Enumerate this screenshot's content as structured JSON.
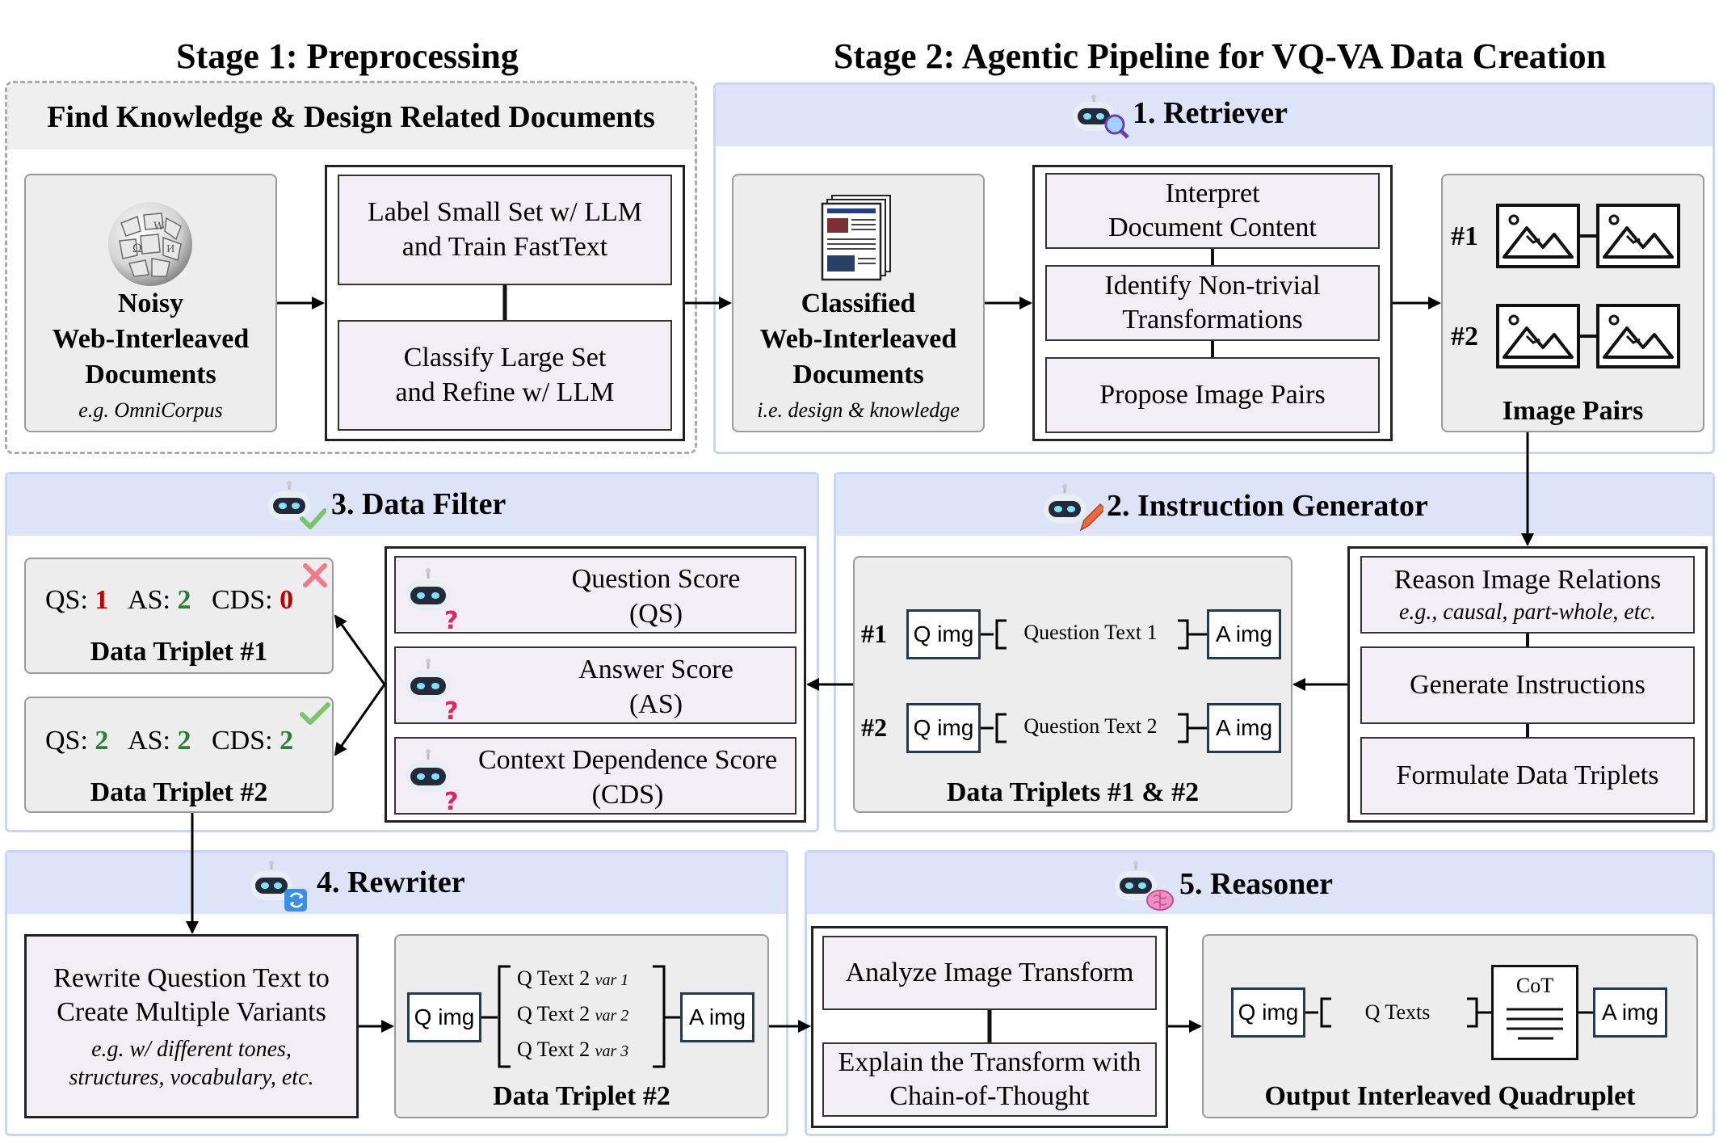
{
  "stage1": {
    "title": "Stage 1: Preprocessing"
  },
  "stage2": {
    "title": "Stage 2: Agentic Pipeline for VQ-VA Data Creation"
  },
  "preprocess": {
    "header": "Find Knowledge & Design Related Documents",
    "source": {
      "l1": "Noisy",
      "l2": "Web-Interleaved",
      "l3": "Documents",
      "example": "e.g. OmniCorpus"
    },
    "step1": {
      "l1": "Label Small Set w/ LLM",
      "l2": "and Train FastText"
    },
    "step2": {
      "l1": "Classify Large Set",
      "l2": "and Refine w/ LLM"
    }
  },
  "retriever": {
    "title": "1. Retriever",
    "docs": {
      "l1": "Classified",
      "l2": "Web-Interleaved",
      "l3": "Documents",
      "example": "i.e. design & knowledge"
    },
    "step1": {
      "l1": "Interpret",
      "l2": "Document Content"
    },
    "step2": {
      "l1": "Identify Non-trivial",
      "l2": "Transformations"
    },
    "step3": "Propose Image Pairs",
    "pairs": {
      "label": "Image Pairs",
      "n1": "#1",
      "n2": "#2"
    }
  },
  "instruction": {
    "title": "2. Instruction Generator",
    "step1": {
      "l1": "Reason Image Relations",
      "l2": "e.g., causal, part-whole, etc."
    },
    "step2": "Generate Instructions",
    "step3": "Formulate Data Triplets",
    "triplets": {
      "label": "Data Triplets #1 & #2",
      "rows": [
        {
          "num": "#1",
          "q_img": "Q img",
          "question": "Question Text 1",
          "a_img": "A img"
        },
        {
          "num": "#2",
          "q_img": "Q img",
          "question": "Question Text 2",
          "a_img": "A img"
        }
      ]
    }
  },
  "filter": {
    "title": "3. Data Filter",
    "scores": [
      {
        "l1": "Question Score",
        "l2": "(QS)"
      },
      {
        "l1": "Answer Score",
        "l2": "(AS)"
      },
      {
        "l1": "Context Dependence Score",
        "l2": "(CDS)"
      }
    ],
    "t1": {
      "label": "Data Triplet #1",
      "qs_label": "QS:",
      "qs": "1",
      "as_label": "AS:",
      "as": "2",
      "cds_label": "CDS:",
      "cds": "0"
    },
    "t2": {
      "label": "Data Triplet #2",
      "qs_label": "QS:",
      "qs": "2",
      "as_label": "AS:",
      "as": "2",
      "cds_label": "CDS:",
      "cds": "2"
    },
    "colors": {
      "reject": "#c00000",
      "accept": "#2e7d32"
    }
  },
  "rewriter": {
    "title": "4. Rewriter",
    "instr": {
      "l1": "Rewrite Question Text to",
      "l2": "Create Multiple Variants",
      "l3": "e.g. w/ different tones,",
      "l4": "structures, vocabulary, etc."
    },
    "triplet": {
      "label": "Data Triplet #2",
      "q_img": "Q img",
      "a_img": "A img",
      "variants": [
        {
          "text": "Q Text 2",
          "var": "var 1"
        },
        {
          "text": "Q Text 2",
          "var": "var 2"
        },
        {
          "text": "Q Text 2",
          "var": "var 3"
        }
      ]
    }
  },
  "reasoner": {
    "title": "5. Reasoner",
    "step1": "Analyze Image Transform",
    "step2": {
      "l1": "Explain the Transform with",
      "l2": "Chain-of-Thought"
    },
    "output": {
      "label": "Output Interleaved Quadruplet",
      "q_img": "Q img",
      "q_texts": "Q Texts",
      "cot": "CoT",
      "a_img": "A img"
    }
  },
  "accents": {
    "panel_border": "#c9d6f3",
    "panel_header": "#dde4f8",
    "step_fill": "#f3eef5",
    "doc_fill": "#ededed"
  }
}
